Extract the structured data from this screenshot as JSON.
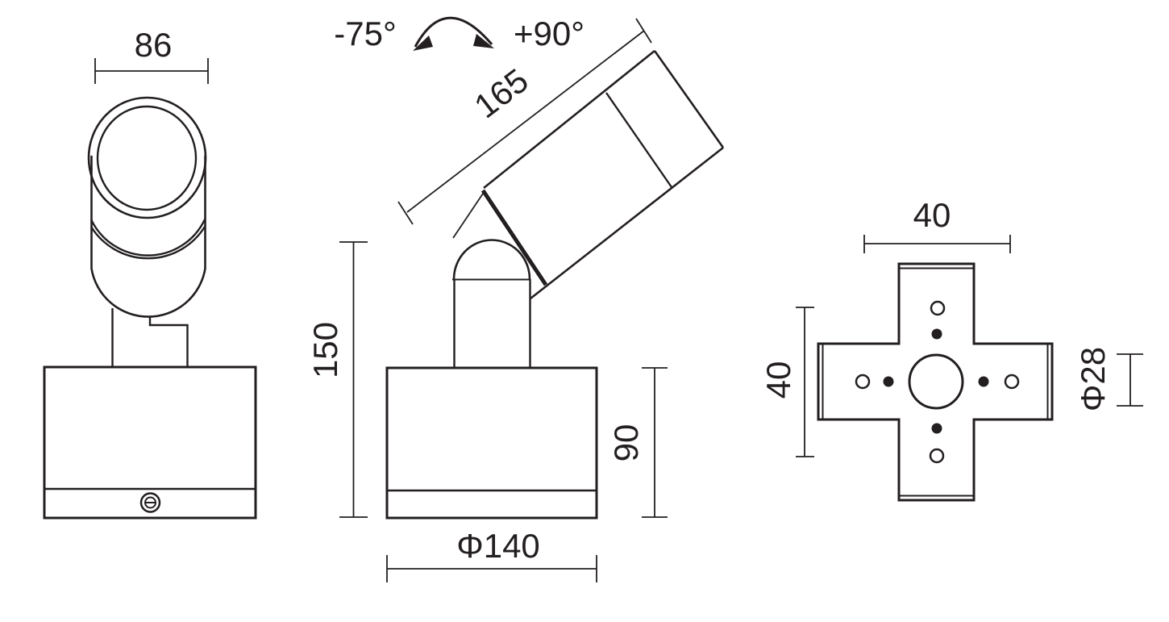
{
  "drawing": {
    "front_view": {
      "width": "86"
    },
    "side_view": {
      "tilt_back": "-75°",
      "tilt_forward": "+90°",
      "head_length": "165",
      "total_height": "150",
      "base_height": "90",
      "base_diameter": "Φ140"
    },
    "plate_view": {
      "hole_spacing_horizontal": "40",
      "hole_spacing_vertical": "40",
      "center_hole_diameter": "Φ28"
    }
  },
  "colors": {
    "line": "#231f20",
    "background": "#ffffff"
  }
}
